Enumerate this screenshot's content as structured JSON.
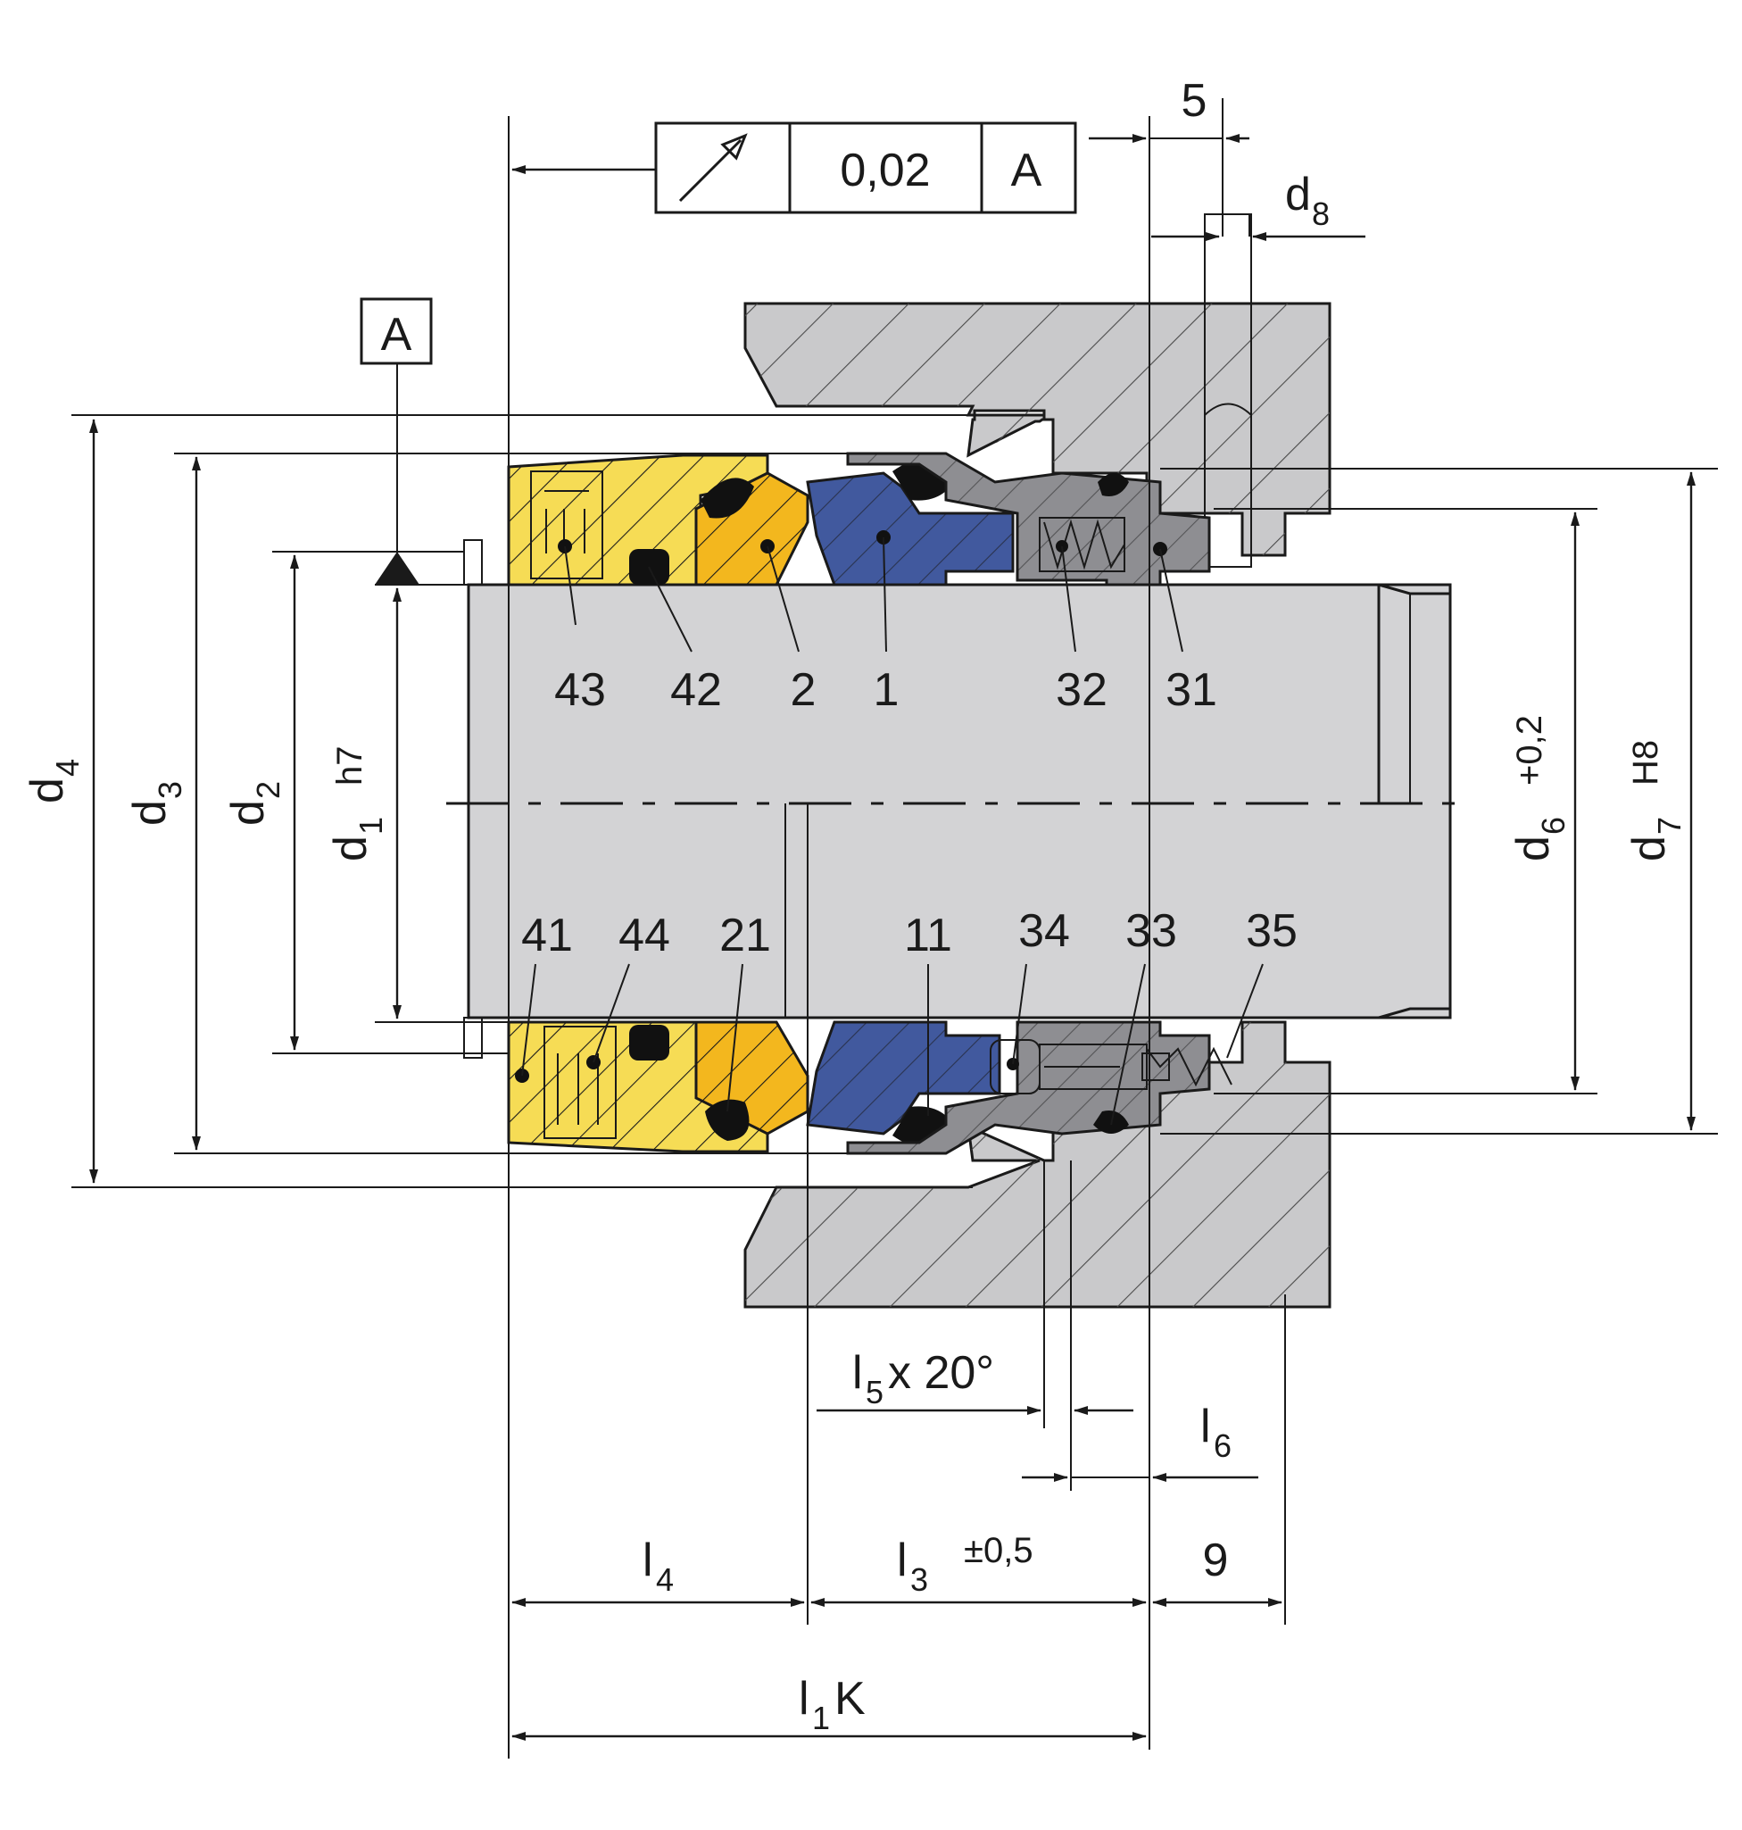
{
  "tolerance_frame": {
    "symbol": "run-out-arrow",
    "value": "0,02",
    "datum": "A"
  },
  "datum": {
    "label": "A"
  },
  "dimensions": {
    "d1": {
      "main": "d",
      "sub": "1",
      "tol": "h7"
    },
    "d2": {
      "main": "d",
      "sub": "2"
    },
    "d3": {
      "main": "d",
      "sub": "3"
    },
    "d4": {
      "main": "d",
      "sub": "4"
    },
    "d6": {
      "main": "d",
      "sub": "6",
      "tol": "+0,2"
    },
    "d7": {
      "main": "d",
      "sub": "7",
      "tol": "H8"
    },
    "d8": {
      "main": "d",
      "sub": "8"
    },
    "top5": "5",
    "l1K": {
      "main": "l",
      "sub": "1",
      "suffix": "K"
    },
    "l3": {
      "main": "l",
      "sub": "3",
      "tol": "±0,5"
    },
    "l4": {
      "main": "l",
      "sub": "4"
    },
    "l5": {
      "main": "l",
      "sub": "5",
      "suffix": " x 20°"
    },
    "l6": {
      "main": "l",
      "sub": "6"
    },
    "nine": "9"
  },
  "parts_upper": [
    "43",
    "42",
    "2",
    "1",
    "32",
    "31"
  ],
  "parts_lower": [
    "41",
    "44",
    "21",
    "11",
    "34",
    "33",
    "35"
  ],
  "colors": {
    "shaft": "#d3d3d5",
    "housing": "#c9c9cb",
    "yellow_part": "#f6dc55",
    "orange_part": "#f3b71e",
    "blue_part": "#41599e",
    "grey_part": "#8e8e92",
    "orings": "#111111"
  }
}
